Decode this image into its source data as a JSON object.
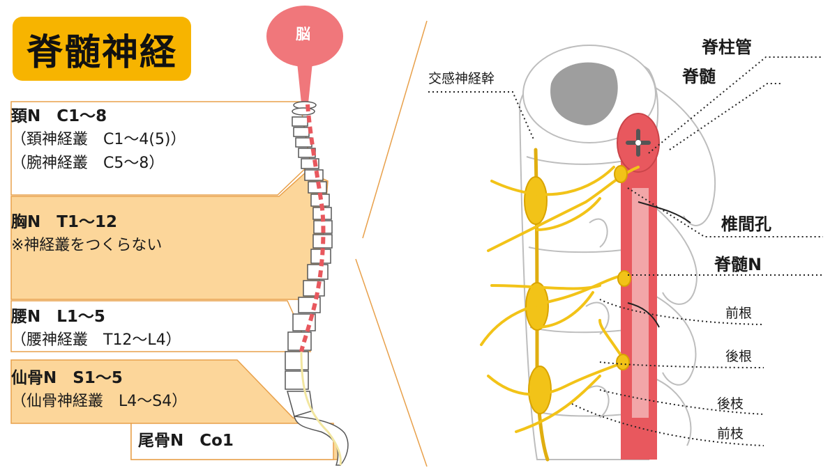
{
  "title": "脊髄神経",
  "brain_label": "脳",
  "regions": {
    "cervical": [
      "頚N　C1～8",
      "（頚神経叢　C1～4(5)）",
      "（腕神経叢　C5～8）"
    ],
    "thoracic": [
      "胸N　T1～12",
      "※神経叢をつくらない"
    ],
    "lumbar": [
      "腰N　L1～5",
      "（腰神経叢　T12～L4）"
    ],
    "sacral": [
      "仙骨N　S1～5",
      "（仙骨神経叢　L4～S4）"
    ],
    "coccygeal": [
      "尾骨N　Co1"
    ]
  },
  "detail_labels": {
    "sympathetic_trunk": "交感神経幹",
    "spinal_canal": "脊柱管",
    "spinal_cord": "脊髄",
    "intervertebral_foramen": "椎間孔",
    "spinal_nerve": "脊髄N",
    "anterior_root": "前根",
    "posterior_root": "後根",
    "posterior_ramus": "後枝",
    "anterior_ramus": "前枝"
  },
  "colors": {
    "title_bg": "#f7b400",
    "band_fill": "#fcd69a",
    "brain": "#f0777b",
    "spinal_cord": "#e8585e",
    "nerve": "#f2c318"
  }
}
